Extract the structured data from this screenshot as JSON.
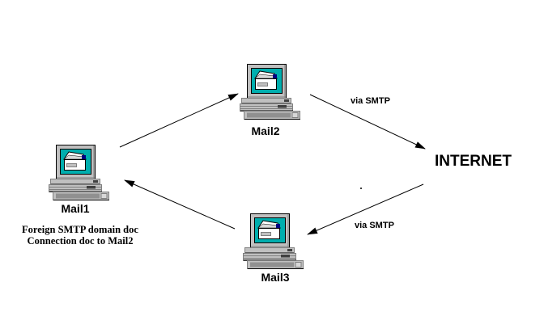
{
  "diagram": {
    "type": "network-mail-flow",
    "nodes": [
      {
        "id": "mail1",
        "label": "Mail1",
        "icon": "desktop-computer-email-icon"
      },
      {
        "id": "mail2",
        "label": "Mail2",
        "icon": "desktop-computer-email-icon"
      },
      {
        "id": "mail3",
        "label": "Mail3",
        "icon": "desktop-computer-email-icon"
      },
      {
        "id": "internet",
        "label": "INTERNET",
        "icon": "none"
      }
    ],
    "edges": [
      {
        "from": "Mail1",
        "to": "Mail2",
        "label": ""
      },
      {
        "from": "Mail2",
        "to": "INTERNET",
        "label": "via SMTP"
      },
      {
        "from": "INTERNET",
        "to": "Mail3",
        "label": "via SMTP"
      },
      {
        "from": "Mail3",
        "to": "Mail1",
        "label": ""
      }
    ],
    "annotation": {
      "line1": "Foreign SMTP domain doc",
      "line2": "Connection doc to Mail2"
    },
    "colors": {
      "background": "#FFFFFF",
      "arrow": "#000000",
      "text": "#000000",
      "monitor_screen_teal": "#00AEAE",
      "computer_case_silver": "#C0C0C0",
      "case_shadow_gray": "#808080",
      "envelope_white": "#FFFFFF",
      "stamp_navy": "#000080"
    }
  }
}
